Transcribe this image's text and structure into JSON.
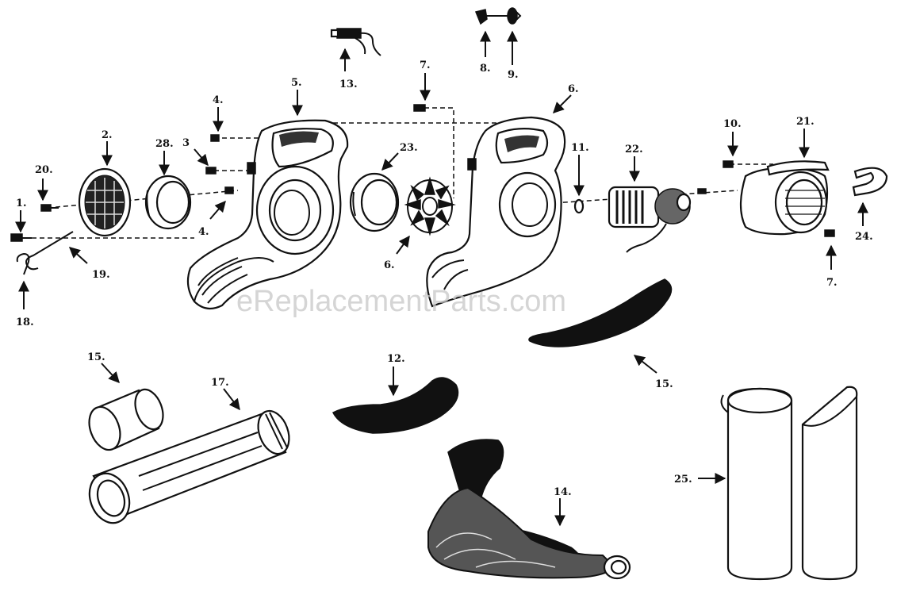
{
  "watermark": "eReplacementParts.com",
  "callouts": {
    "c1": "1.",
    "c2": "2.",
    "c3": "3",
    "c4a": "4.",
    "c4b": "4.",
    "c5": "5.",
    "c6a": "6.",
    "c6b": "6.",
    "c7a": "7.",
    "c7b": "7.",
    "c8": "8.",
    "c9": "9.",
    "c10": "10.",
    "c11": "11.",
    "c12": "12.",
    "c13": "13.",
    "c14": "14.",
    "c15a": "15.",
    "c15b": "15.",
    "c17": "17.",
    "c18": "18.",
    "c19": "19.",
    "c20": "20.",
    "c21": "21.",
    "c22": "22.",
    "c23": "23.",
    "c24": "24.",
    "c25": "25.",
    "c28": "28."
  }
}
